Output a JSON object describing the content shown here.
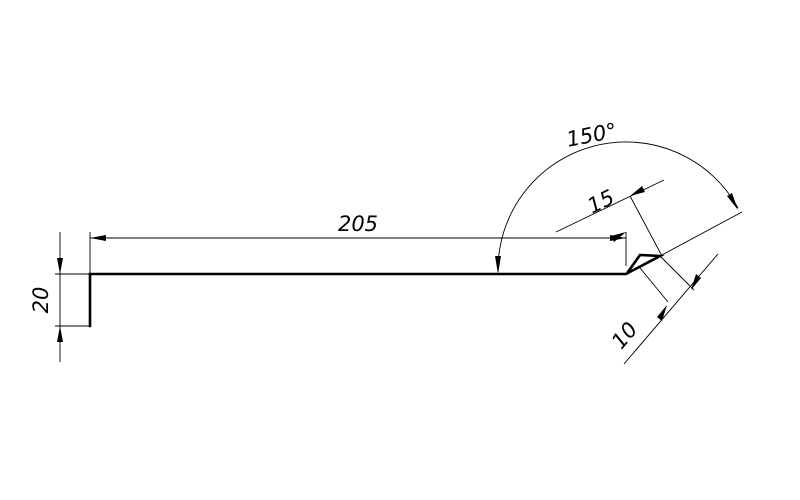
{
  "drawing": {
    "dimensions": {
      "height": "20",
      "length": "205",
      "angle": "150°",
      "hem_width": "15",
      "hem_return": "10"
    }
  }
}
